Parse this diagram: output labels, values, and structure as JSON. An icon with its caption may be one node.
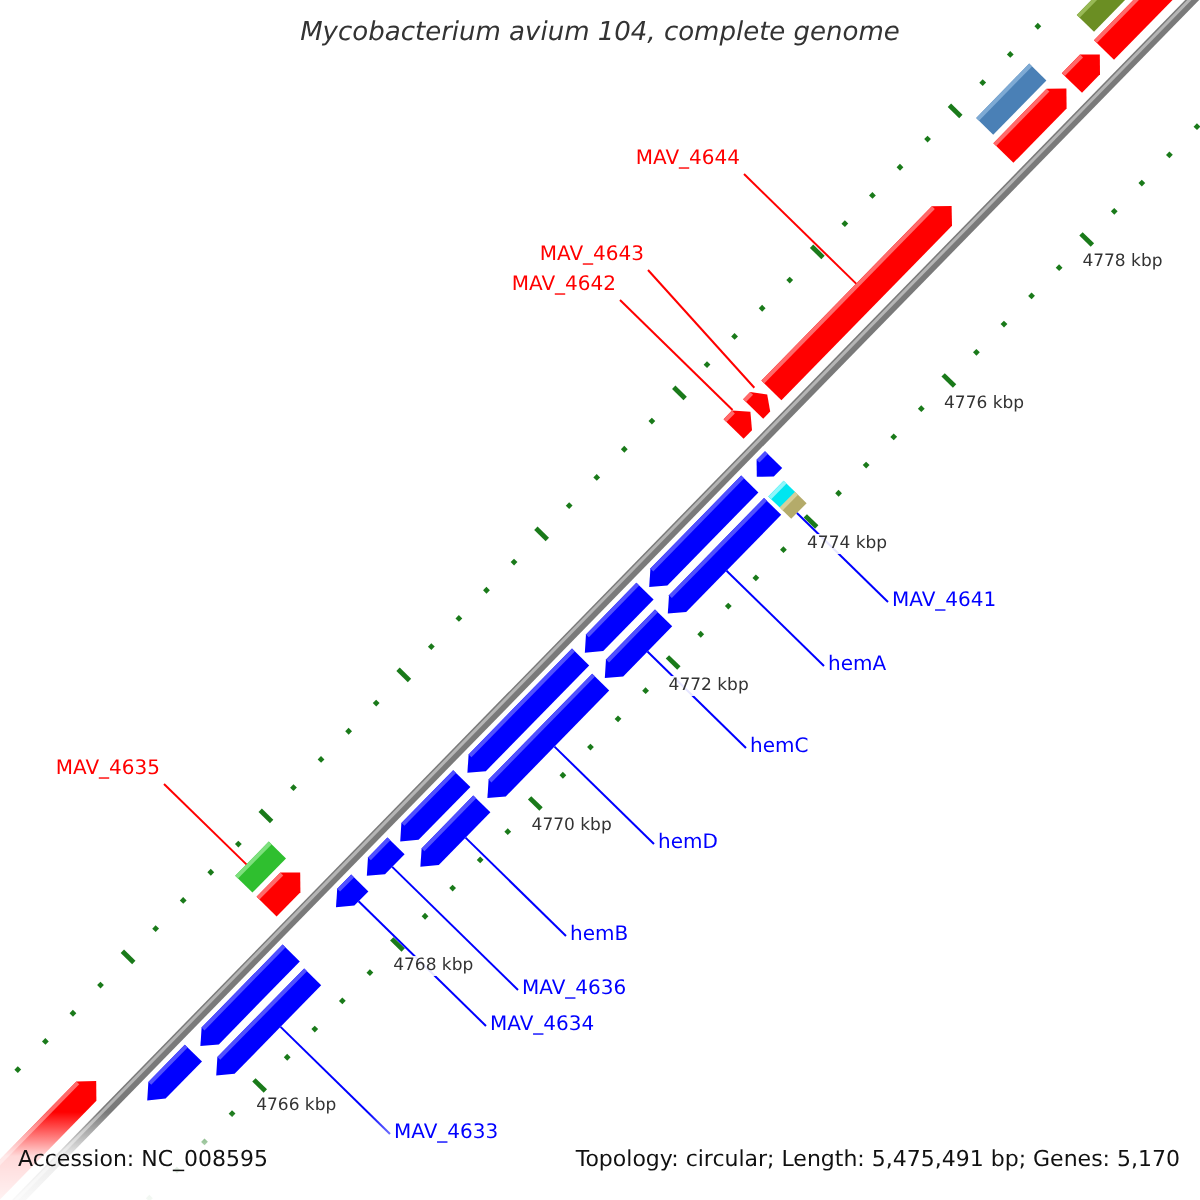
{
  "diagram": {
    "title": "Mycobacterium avium 104, complete genome",
    "nodes": [
      {
        "text": [
          "MAV_4644"
        ]
      },
      {
        "text": [],
        "shape": "arrow"
      },
      {
        "text": [
          "MAV_4643"
        ]
      },
      {
        "text": [],
        "shape": "arrow"
      },
      {
        "text": [
          "MAV_4642"
        ]
      },
      {
        "text": [],
        "shape": "arrow"
      },
      {
        "text": [
          "MAV_4641"
        ]
      },
      {
        "text": [],
        "shape": "box"
      },
      {
        "text": [
          "hemA"
        ]
      },
      {
        "text": [],
        "shape": "arrow"
      },
      {
        "text": [
          "hemC"
        ]
      },
      {
        "text": [],
        "shape": "arrow"
      },
      {
        "text": [
          "MAV_4635"
        ]
      },
      {
        "text": [],
        "shape": "box"
      },
      {
        "text": [
          "hemD"
        ]
      },
      {
        "text": [],
        "shape": "arrow"
      },
      {
        "text": [
          "hemB"
        ]
      },
      {
        "text": [],
        "shape": "arrow"
      },
      {
        "text": [
          "MAV_4636"
        ]
      },
      {
        "text": [],
        "shape": "arrow"
      },
      {
        "text": [
          "MAV_4634"
        ]
      },
      {
        "text": [],
        "shape": "arrow"
      },
      {
        "text": [
          "MAV_4633"
        ]
      },
      {
        "text": [],
        "shape": "arrow"
      }
    ],
    "edges": [
      {
        "from": 0,
        "to": 1,
        "arrow": "none",
        "color": "#ff0000"
      },
      {
        "from": 2,
        "to": 3,
        "arrow": "none",
        "color": "#ff0000"
      },
      {
        "from": 4,
        "to": 5,
        "arrow": "none",
        "color": "#ff0000"
      },
      {
        "from": 6,
        "to": 7,
        "arrow": "none"
      },
      {
        "from": 8,
        "to": 9,
        "arrow": "none"
      },
      {
        "from": 10,
        "to": 11,
        "arrow": "none"
      },
      {
        "from": 12,
        "to": 13,
        "arrow": "none",
        "color": "#ff0000"
      },
      {
        "from": 14,
        "to": 15,
        "arrow": "none"
      },
      {
        "from": 16,
        "to": 17,
        "arrow": "none"
      },
      {
        "from": 18,
        "to": 19,
        "arrow": "none"
      },
      {
        "from": 20,
        "to": 21,
        "arrow": "none"
      },
      {
        "from": 22,
        "to": 23,
        "arrow": "none"
      }
    ],
    "labels": [
      "4778 kbp",
      "4776 kbp",
      "4774 kbp",
      "4772 kbp",
      "4770 kbp",
      "4768 kbp",
      "4766 kbp",
      "Accession: NC_008595",
      "Topology: circular; Length: 5,475,491 bp; Genes: 5,170"
    ]
  }
}
